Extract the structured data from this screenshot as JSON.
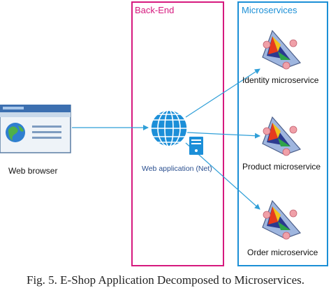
{
  "backend": {
    "title": "Back-End"
  },
  "microservices_group": {
    "title": "Microservices"
  },
  "web_browser": {
    "label": "Web browser",
    "icon": "web-browser-icon"
  },
  "web_app": {
    "label": "Web application (Net)",
    "icon": "globe-icon",
    "server_icon": "server-icon"
  },
  "services": [
    {
      "label": "Identity microservice",
      "icon": "microservice-icon"
    },
    {
      "label": "Product microservice",
      "icon": "microservice-icon"
    },
    {
      "label": "Order microservice",
      "icon": "microservice-icon"
    }
  ],
  "caption": "Fig. 5.    E-Shop Application Decomposed to Microservices.",
  "colors": {
    "backend_border": "#d6197e",
    "microservices_border": "#1b8fd6",
    "arrow": "#2f9fd8"
  }
}
